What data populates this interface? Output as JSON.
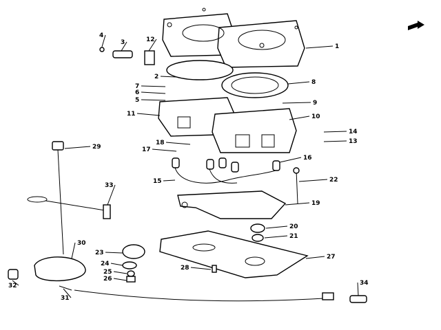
{
  "diagram": {
    "callouts": [
      {
        "id": "1",
        "label": "1"
      },
      {
        "id": "2",
        "label": "2"
      },
      {
        "id": "3",
        "label": "3"
      },
      {
        "id": "4",
        "label": "4"
      },
      {
        "id": "5",
        "label": "5"
      },
      {
        "id": "6",
        "label": "6"
      },
      {
        "id": "7",
        "label": "7"
      },
      {
        "id": "8",
        "label": "8"
      },
      {
        "id": "9",
        "label": "9"
      },
      {
        "id": "10",
        "label": "10"
      },
      {
        "id": "11",
        "label": "11"
      },
      {
        "id": "12",
        "label": "12"
      },
      {
        "id": "13",
        "label": "13"
      },
      {
        "id": "14",
        "label": "14"
      },
      {
        "id": "15",
        "label": "15"
      },
      {
        "id": "16",
        "label": "16"
      },
      {
        "id": "17",
        "label": "17"
      },
      {
        "id": "18",
        "label": "18"
      },
      {
        "id": "19",
        "label": "19"
      },
      {
        "id": "20",
        "label": "20"
      },
      {
        "id": "21",
        "label": "21"
      },
      {
        "id": "22",
        "label": "22"
      },
      {
        "id": "23",
        "label": "23"
      },
      {
        "id": "24",
        "label": "24"
      },
      {
        "id": "25",
        "label": "25"
      },
      {
        "id": "26",
        "label": "26"
      },
      {
        "id": "27",
        "label": "27"
      },
      {
        "id": "28",
        "label": "28"
      },
      {
        "id": "29",
        "label": "29"
      },
      {
        "id": "30",
        "label": "30"
      },
      {
        "id": "31",
        "label": "31"
      },
      {
        "id": "32",
        "label": "32"
      },
      {
        "id": "33",
        "label": "33"
      },
      {
        "id": "34",
        "label": "34"
      }
    ],
    "front_arrow_icon": "front-direction-arrow-icon"
  }
}
